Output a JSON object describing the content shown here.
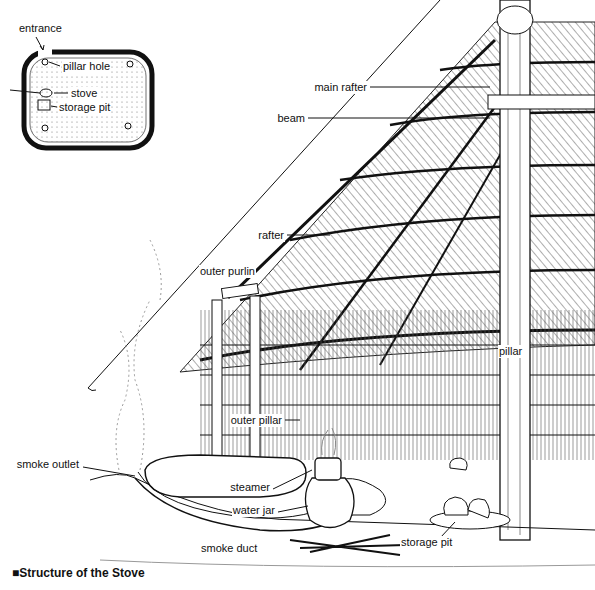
{
  "diagram": {
    "title": "■Structure of the Stove",
    "labels": [
      "entrance",
      "pillar hole",
      "stove",
      "storage pit",
      "main rafter",
      "beam",
      "rafter",
      "outer purlin",
      "pillar",
      "outer pillar",
      "smoke outlet",
      "steamer",
      "water jar",
      "smoke duct",
      "storage pit"
    ]
  }
}
